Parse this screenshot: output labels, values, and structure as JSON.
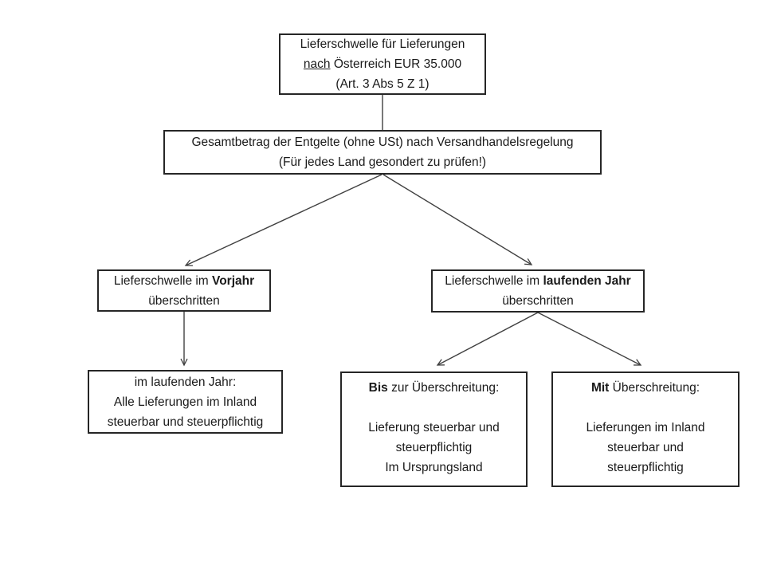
{
  "colors": {
    "box_border": "#262626",
    "text": "#1a1a1a",
    "connector": "#404040",
    "background": "#ffffff"
  },
  "nodes": {
    "threshold": {
      "lines": [
        [
          {
            "t": "Lieferschwelle für Lieferungen"
          }
        ],
        [
          {
            "t": "nach",
            "u": true
          },
          {
            "t": " Österreich EUR 35.000"
          }
        ],
        [
          {
            "t": "(Art. 3 Abs 5 Z 1)"
          }
        ]
      ]
    },
    "total_amount": {
      "lines": [
        [
          {
            "t": "Gesamtbetrag der Entgelte (ohne USt) nach Versandhandelsregelung"
          }
        ],
        [
          {
            "t": "(Für jedes Land gesondert zu prüfen!)"
          }
        ]
      ]
    },
    "previous_year": {
      "lines": [
        [
          {
            "t": "Lieferschwelle im "
          },
          {
            "t": "Vorjahr",
            "b": true
          }
        ],
        [
          {
            "t": "überschritten"
          }
        ]
      ]
    },
    "current_year": {
      "lines": [
        [
          {
            "t": "Lieferschwelle im "
          },
          {
            "t": "laufenden Jahr",
            "b": true
          }
        ],
        [
          {
            "t": "überschritten"
          }
        ]
      ]
    },
    "current_year_result": {
      "lines": [
        [
          {
            "t": "im laufenden Jahr:"
          }
        ],
        [
          {
            "t": "Alle Lieferungen im Inland"
          }
        ],
        [
          {
            "t": "steuerbar und steuerpflichtig"
          }
        ]
      ]
    },
    "until_exceeding": {
      "lines": [
        [
          {
            "t": "Bis",
            "b": true
          },
          {
            "t": " zur Überschreitung:"
          }
        ],
        [],
        [
          {
            "t": "Lieferung steuerbar und"
          }
        ],
        [
          {
            "t": "steuerpflichtig"
          }
        ],
        [
          {
            "t": "Im Ursprungsland"
          }
        ]
      ]
    },
    "with_exceeding": {
      "lines": [
        [
          {
            "t": "Mit",
            "b": true
          },
          {
            "t": " Überschreitung:"
          }
        ],
        [],
        [
          {
            "t": "Lieferungen im Inland"
          }
        ],
        [
          {
            "t": "steuerbar und"
          }
        ],
        [
          {
            "t": "steuerpflichtig"
          }
        ]
      ]
    }
  }
}
